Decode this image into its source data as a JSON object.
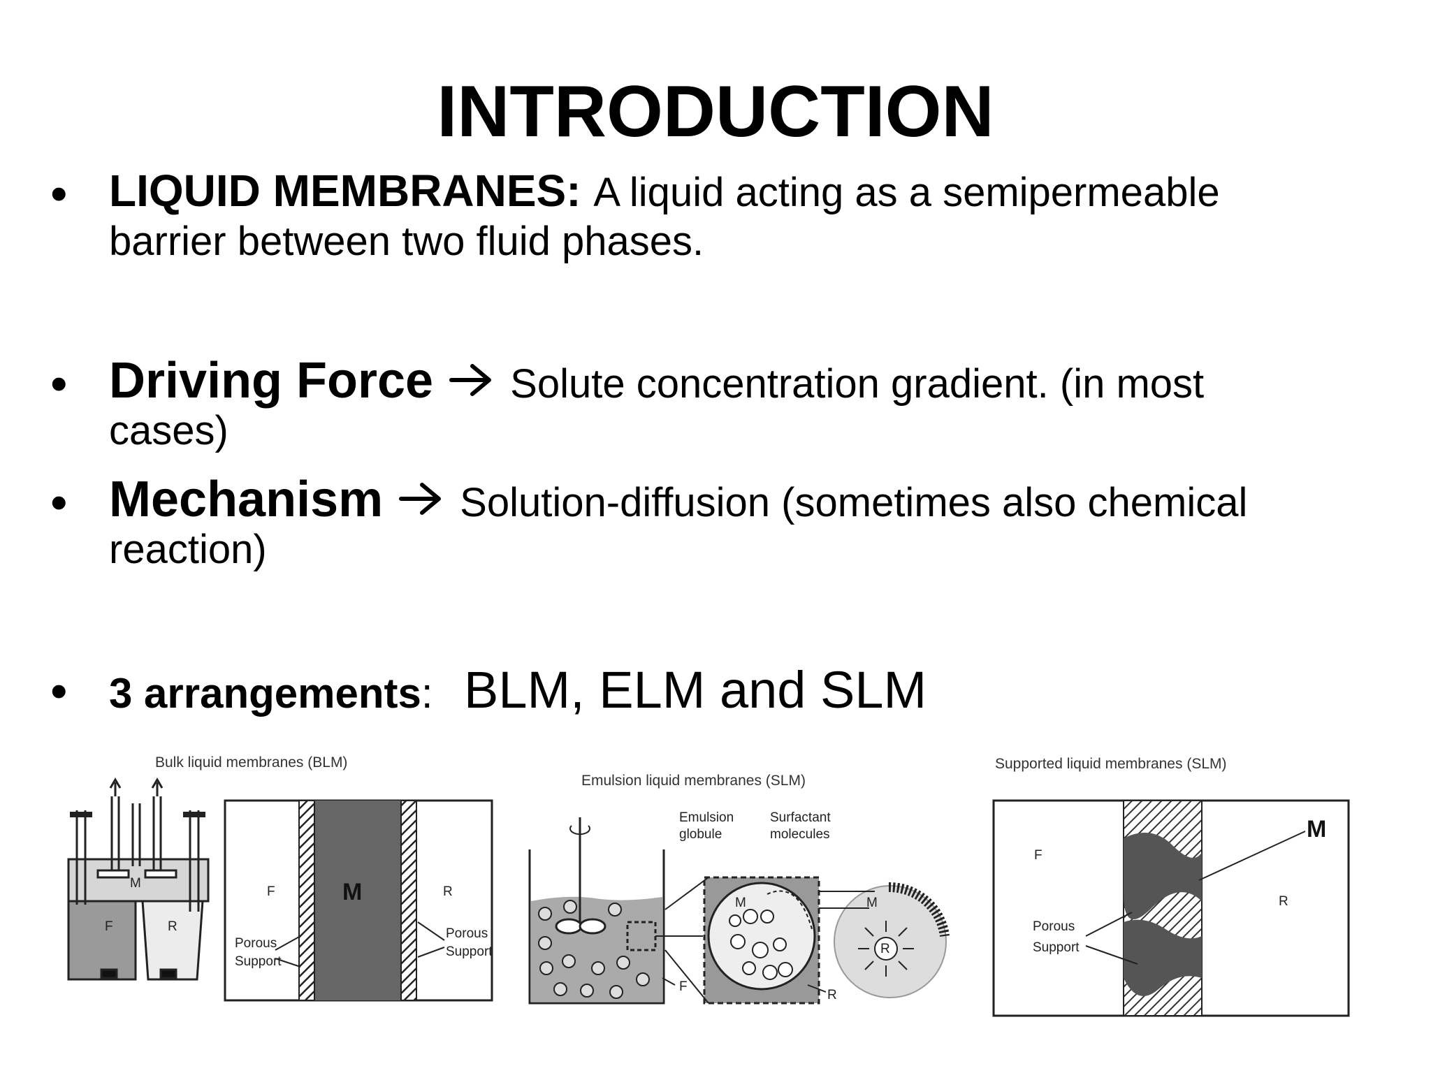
{
  "title": "INTRODUCTION",
  "bullets": [
    {
      "label": "LIQUID MEMBRANES:",
      "line1": "A liquid acting as a semipermeable",
      "line2": "barrier between two fluid phases."
    },
    {
      "label": "Driving Force",
      "line1": "Solute concentration gradient. (in most",
      "line2": "cases)"
    },
    {
      "label": "Mechanism",
      "line1": "Solution-diffusion (sometimes also chemical",
      "line2": "reaction)"
    },
    {
      "label": "3 arrangements",
      "sep": ":",
      "line1": "BLM, ELM and SLM"
    }
  ],
  "figures": {
    "blm": {
      "caption": "Bulk liquid membranes (BLM)",
      "m": "M",
      "f": "F",
      "r": "R",
      "porous": "Porous",
      "support": "Support"
    },
    "elm": {
      "caption": "Emulsion liquid membranes (SLM)",
      "emulsion": "Emulsion",
      "globule": "globule",
      "surfactant": "Surfactant",
      "molecules": "molecules",
      "m": "M",
      "f": "F",
      "r": "R"
    },
    "slm": {
      "caption": "Supported liquid membranes (SLM)",
      "m": "M",
      "f": "F",
      "r": "R",
      "porous": "Porous",
      "support": "Support"
    }
  }
}
